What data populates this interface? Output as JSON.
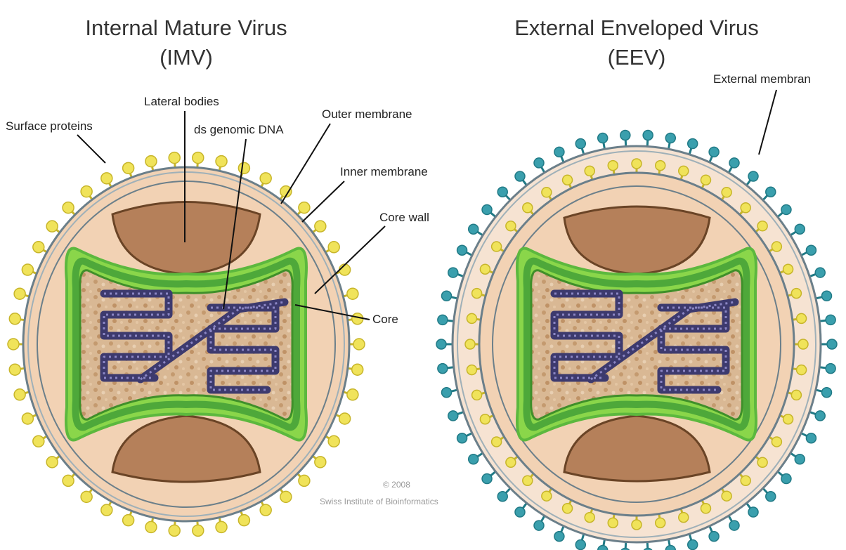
{
  "imv": {
    "title": "Internal Mature Virus",
    "abbrev": "(IMV)"
  },
  "eev": {
    "title": "External Enveloped Virus",
    "abbrev": "(EEV)"
  },
  "labels": {
    "surface_proteins": "Surface proteins",
    "lateral_bodies": "Lateral bodies",
    "ds_genomic_dna": "ds genomic DNA",
    "outer_membrane": "Outer membrane",
    "inner_membrane": "Inner membrane",
    "core_wall": "Core wall",
    "core": "Core",
    "external_membrane": "External membran"
  },
  "copyright": {
    "year": "© 2008",
    "org": "Swiss Institute of Bioinformatics"
  },
  "colors": {
    "surface_protein": "#f0e35a",
    "surface_protein_stroke": "#c7b52a",
    "envelope_protein": "#3a9fad",
    "envelope_protein_stroke": "#217a86",
    "peach": "#f2d2b4",
    "lateral_body": "#b5805a",
    "core_wall_light": "#8ad64a",
    "core_wall_dark": "#4ea83a",
    "core_fill": "#d8b48e",
    "dna": "#3d3a6e",
    "membrane": "#6b7f8a"
  }
}
